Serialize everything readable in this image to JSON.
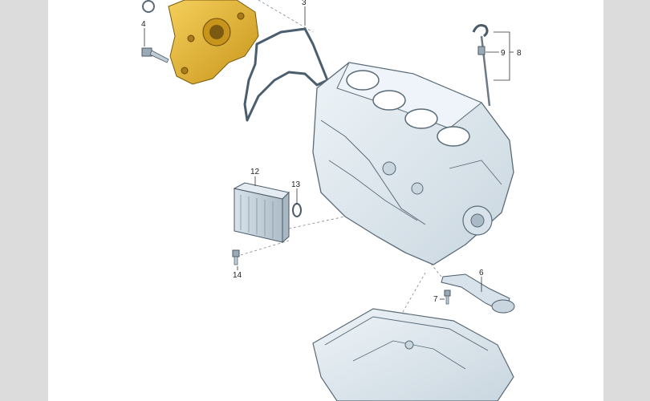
{
  "diagram": {
    "callouts": [
      {
        "id": "c3",
        "text": "3"
      },
      {
        "id": "c4",
        "text": "4"
      },
      {
        "id": "c6",
        "text": "6"
      },
      {
        "id": "c7",
        "text": "7"
      },
      {
        "id": "c8",
        "text": "8"
      },
      {
        "id": "c9",
        "text": "9"
      },
      {
        "id": "c12",
        "text": "12"
      },
      {
        "id": "c13",
        "text": "13"
      },
      {
        "id": "c14",
        "text": "14"
      }
    ],
    "part_colors": {
      "oil_pump": "#e8b830",
      "castings": "#dde8ef",
      "outline": "#5a6b78",
      "gasket": "#4a5e6e"
    }
  }
}
